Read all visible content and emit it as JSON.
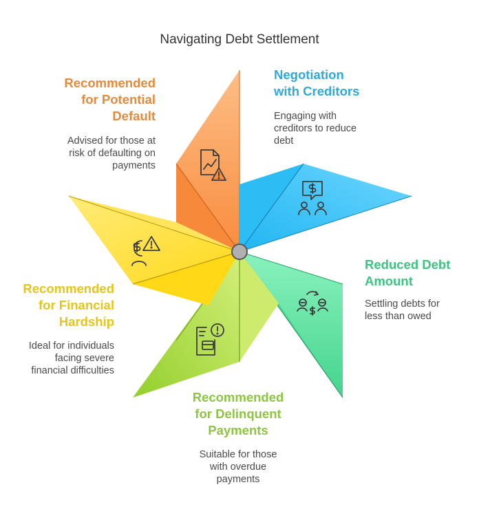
{
  "title": "Navigating Debt Settlement",
  "colors": {
    "orange": "#E58A3C",
    "blue": "#2EA9DB",
    "green": "#3DC380",
    "lime": "#8CC63F",
    "yellow": "#E3C51E"
  },
  "segments": [
    {
      "id": "potential-default",
      "title_lines": [
        "Recommended",
        "for Potential",
        "Default"
      ],
      "desc_lines": [
        "Advised for those at",
        "risk of defaulting on",
        "payments"
      ],
      "icon": "chart-warning-icon"
    },
    {
      "id": "negotiation",
      "title_lines": [
        "Negotiation",
        "with Creditors"
      ],
      "desc_lines": [
        "Engaging with",
        "creditors to reduce",
        "debt"
      ],
      "icon": "negotiation-icon"
    },
    {
      "id": "reduced-debt",
      "title_lines": [
        "Reduced Debt",
        "Amount"
      ],
      "desc_lines": [
        "Settling debts for",
        "less than owed"
      ],
      "icon": "coin-exchange-icon"
    },
    {
      "id": "delinquent",
      "title_lines": [
        "Recommended",
        "for Delinquent",
        "Payments"
      ],
      "desc_lines": [
        "Suitable for those",
        "with overdue",
        "payments"
      ],
      "icon": "overdue-card-icon"
    },
    {
      "id": "hardship",
      "title_lines": [
        "Recommended",
        "for Financial",
        "Hardship"
      ],
      "desc_lines": [
        "Ideal for individuals",
        "facing severe",
        "financial difficulties"
      ],
      "icon": "hardship-icon"
    }
  ]
}
